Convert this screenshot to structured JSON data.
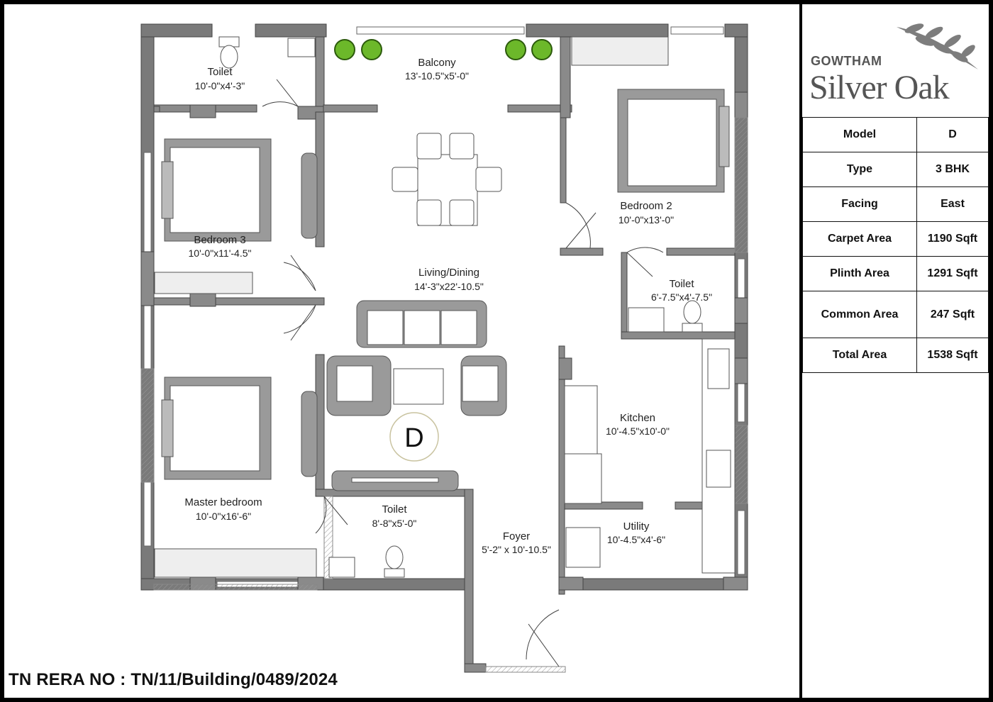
{
  "rera": "TN RERA NO : TN/11/Building/0489/2024",
  "brand": {
    "top": "GOWTHAM",
    "main": "Silver Oak"
  },
  "specs": [
    {
      "label": "Model",
      "value": "D"
    },
    {
      "label": "Type",
      "value": "3 BHK"
    },
    {
      "label": "Facing",
      "value": "East"
    },
    {
      "label": "Carpet Area",
      "value": "1190 Sqft"
    },
    {
      "label": "Plinth Area",
      "value": "1291 Sqft"
    },
    {
      "label": "Common Area",
      "value": "247 Sqft"
    },
    {
      "label": "Total Area",
      "value": "1538 Sqft"
    }
  ],
  "plan_label": "D",
  "rooms": [
    {
      "name": "Toilet",
      "dim": "10'-0\"x4'-3\""
    },
    {
      "name": "Balcony",
      "dim": "13'-10.5\"x5'-0\""
    },
    {
      "name": "Bedroom 2",
      "dim": "10'-0\"x13'-0\""
    },
    {
      "name": "Bedroom 3",
      "dim": "10'-0\"x11'-4.5\""
    },
    {
      "name": "Living/Dining",
      "dim": "14'-3\"x22'-10.5\""
    },
    {
      "name": "Toilet",
      "dim": "6'-7.5\"x4'-7.5\""
    },
    {
      "name": "Kitchen",
      "dim": "10'-4.5\"x10'-0\""
    },
    {
      "name": "Master bedroom",
      "dim": "10'-0\"x16'-6\""
    },
    {
      "name": "Toilet",
      "dim": "8'-8\"x5'-0\""
    },
    {
      "name": "Utility",
      "dim": "10'-4.5\"x4'-6\""
    },
    {
      "name": "Foyer",
      "dim": "5'-2\" x 10'-10.5\""
    }
  ]
}
